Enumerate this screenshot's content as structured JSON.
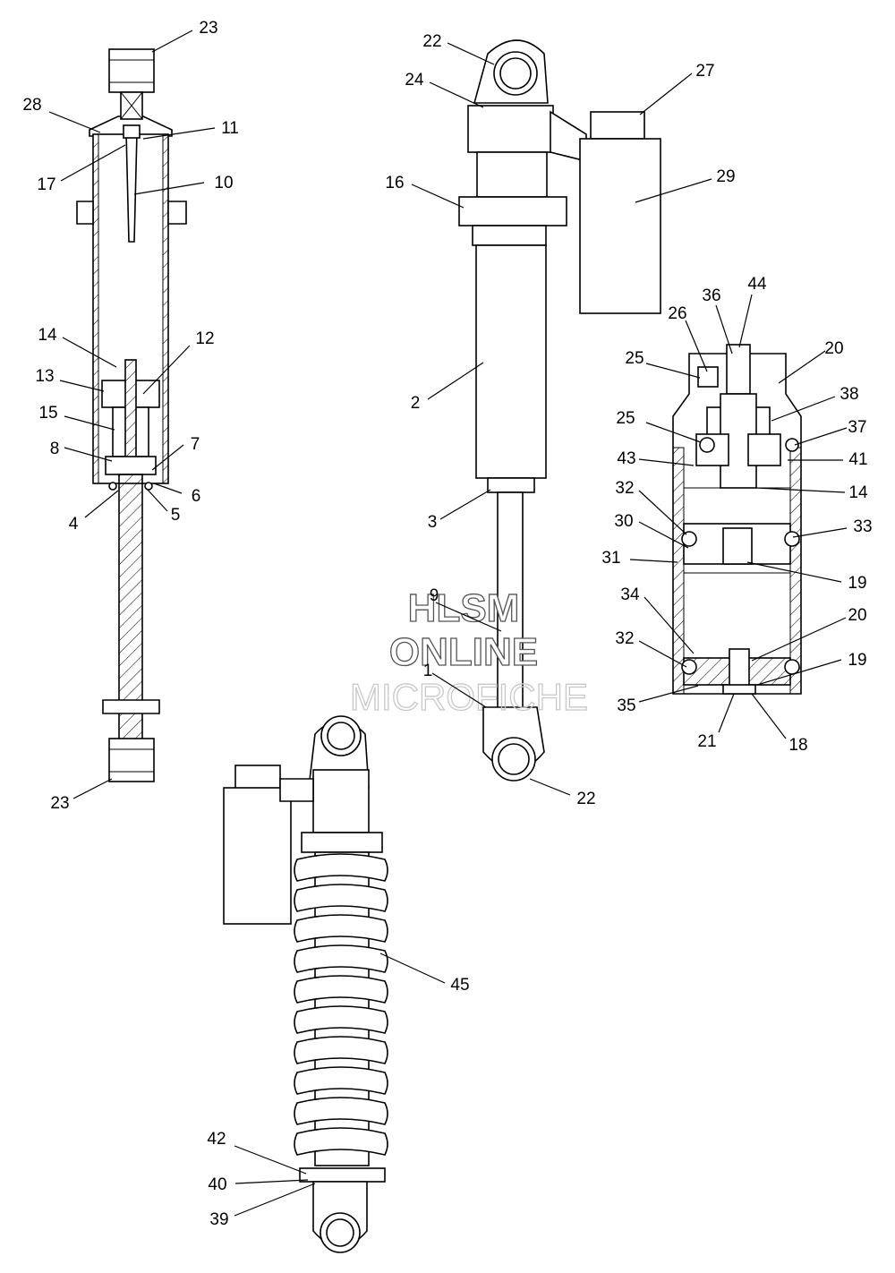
{
  "watermark": {
    "line1": "HLSM",
    "line2": "ONLINE",
    "line3": "MICROFICHE"
  },
  "callouts": {
    "c1": "23",
    "c2": "28",
    "c3": "11",
    "c4": "17",
    "c5": "10",
    "c6": "14",
    "c7": "12",
    "c8": "13",
    "c9": "15",
    "c10": "8",
    "c11": "7",
    "c12": "6",
    "c13": "4",
    "c14": "5",
    "c15": "23",
    "c16": "22",
    "c17": "24",
    "c18": "27",
    "c19": "16",
    "c20": "29",
    "c21": "2",
    "c22": "3",
    "c23": "9",
    "c24": "1",
    "c25": "22",
    "c26": "44",
    "c27": "36",
    "c28": "26",
    "c29": "25",
    "c30": "20",
    "c31": "38",
    "c32": "25",
    "c33": "37",
    "c34": "43",
    "c35": "41",
    "c36": "14",
    "c37": "32",
    "c38": "30",
    "c39": "33",
    "c40": "31",
    "c41": "19",
    "c42": "34",
    "c43": "20",
    "c44": "32",
    "c45": "19",
    "c46": "35",
    "c47": "21",
    "c48": "18",
    "c49": "45",
    "c50": "42",
    "c51": "40",
    "c52": "39"
  }
}
